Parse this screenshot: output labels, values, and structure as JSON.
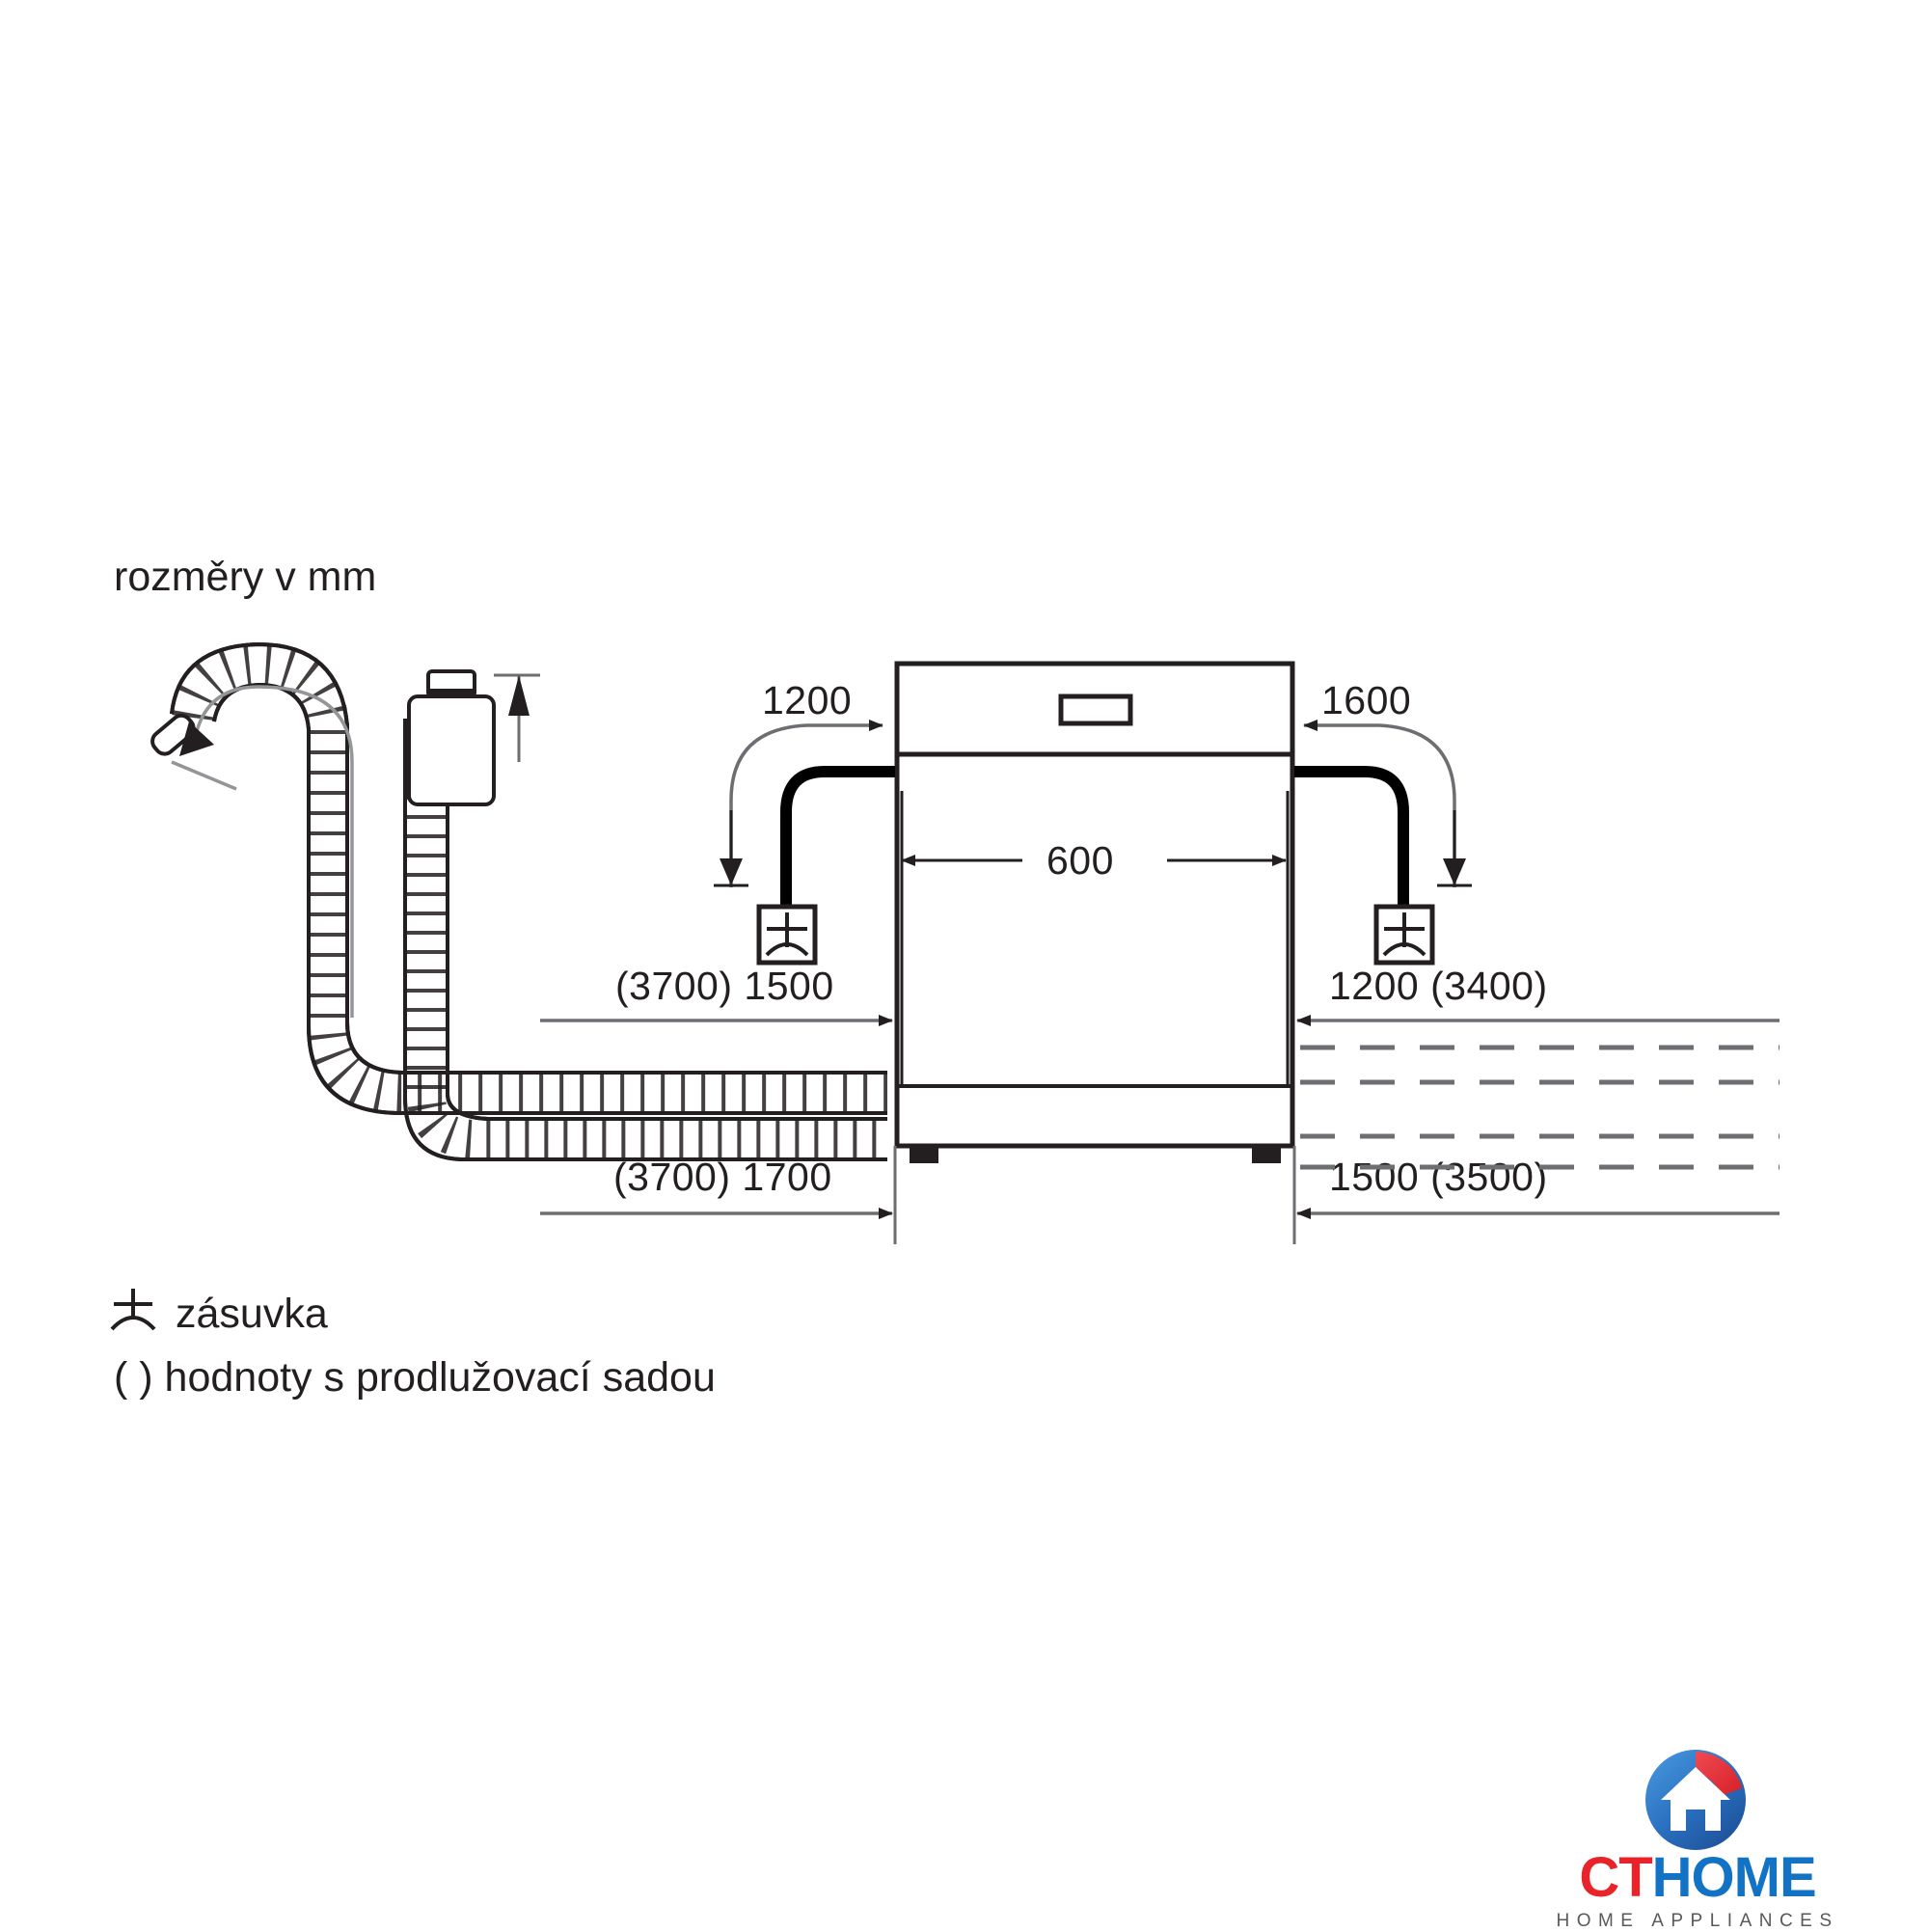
{
  "page": {
    "units_note": "rozměry v mm",
    "background": "#ffffff",
    "line_color": "#231f20"
  },
  "legend": {
    "socket_icon_name": "socket-symbol",
    "socket_label": "zásuvka",
    "parenthesis_label": "( ) hodnoty s prodlužovací sadou"
  },
  "appliance": {
    "name": "dishwasher-front-view",
    "width_label": "600",
    "control_panel_indicator": "display-strip"
  },
  "dimensions": {
    "left_top": "1200",
    "right_top": "1600",
    "center_width": "600",
    "left_mid": "(3700) 1500",
    "right_mid": "1200 (3400)",
    "left_bottom": "(3700) 1700",
    "right_bottom": "1500 (3500)"
  },
  "components": {
    "drain_hose": "corrugated-drain-hose",
    "inlet_valve": "aquastop-inlet-valve",
    "supply_hose": "water-supply-hose",
    "power_cable": "power-cable-dashed",
    "socket_left": "wall-socket-left",
    "socket_right": "wall-socket-right"
  },
  "chart_data": {
    "type": "table",
    "title": "rozměry v mm",
    "categories": [
      "1200",
      "1600",
      "600",
      "(3700) 1500",
      "1200 (3400)",
      "(3700) 1700",
      "1500 (3500)"
    ],
    "values": [
      1200,
      1600,
      600,
      1500,
      1200,
      1700,
      1500
    ],
    "alt_values_with_extension_kit": [
      null,
      null,
      null,
      3700,
      3400,
      3700,
      3500
    ],
    "xlabel": "",
    "ylabel": "mm"
  },
  "logo": {
    "brand_ct": "CT",
    "brand_home": "HOME",
    "tagline": "HOME APPLIANCES",
    "color_red": "#e8232a",
    "color_blue": "#1272c4",
    "color_gray": "#58595b"
  }
}
